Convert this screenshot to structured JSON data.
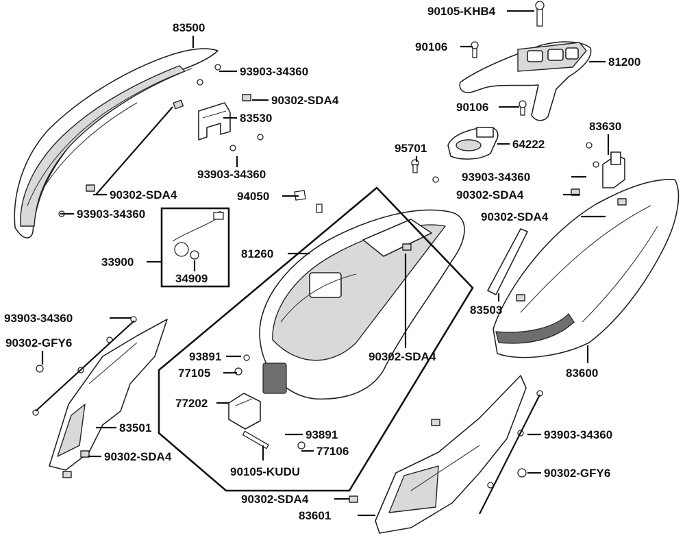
{
  "diagram": {
    "type": "exploded-parts-diagram",
    "parts": {
      "rear_carrier_bolt": "90105-KHB4",
      "carrier_bolt_front": "90106",
      "rear_carrier": "81200",
      "carrier_bolt_rear": "90106",
      "rear_cover": "83500",
      "screw_top_left": "93903-34360",
      "nut_top_left": "90302-SDA4",
      "bracket_left": "83530",
      "screw_bracket_left": "93903-34360",
      "nut_left_lower": "90302-SDA4",
      "screw_left_lower": "93903-34360",
      "nut_94050": "94050",
      "light_harness": "33900",
      "bulb": "34909",
      "luggage_box": "81260",
      "bolt_95701": "95701",
      "center_cover_64222": "64222",
      "bracket_right": "83630",
      "screw_right_bracket": "93903-34360",
      "nut_right_bracket": "90302-SDA4",
      "nut_right_cover": "90302-SDA4",
      "strip_83503": "83503",
      "right_side_cover": "83600",
      "nut_box_center": "90302-SDA4",
      "screw_93891_a": "93891",
      "clip_77105": "77105",
      "lock_77202": "77202",
      "screw_93891_b": "93891",
      "clip_77106": "77106",
      "bolt_kudu": "90105-KUDU",
      "screw_left_panel": "93903-34360",
      "grommet_left": "90302-GFY6",
      "left_panel": "83501",
      "nut_left_panel": "90302-SDA4",
      "screw_right_panel": "93903-34360",
      "grommet_right": "90302-GFY6",
      "nut_right_panel": "90302-SDA4",
      "right_panel": "83601"
    }
  }
}
